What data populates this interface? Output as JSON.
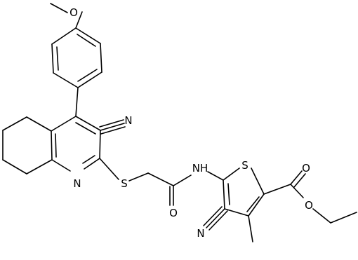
{
  "molecule": {
    "atom_labels": {
      "ring_nitrogen": "N",
      "thioether_sulfur": "S",
      "thiophene_sulfur": "S",
      "amide_nh": "NH",
      "amide_oxygen": "O",
      "ester_carbonyl_oxygen": "O",
      "ester_ether_oxygen": "O",
      "methoxy_oxygen": "O",
      "nitrile_n_top": "N",
      "nitrile_n_bottom": "N"
    }
  }
}
